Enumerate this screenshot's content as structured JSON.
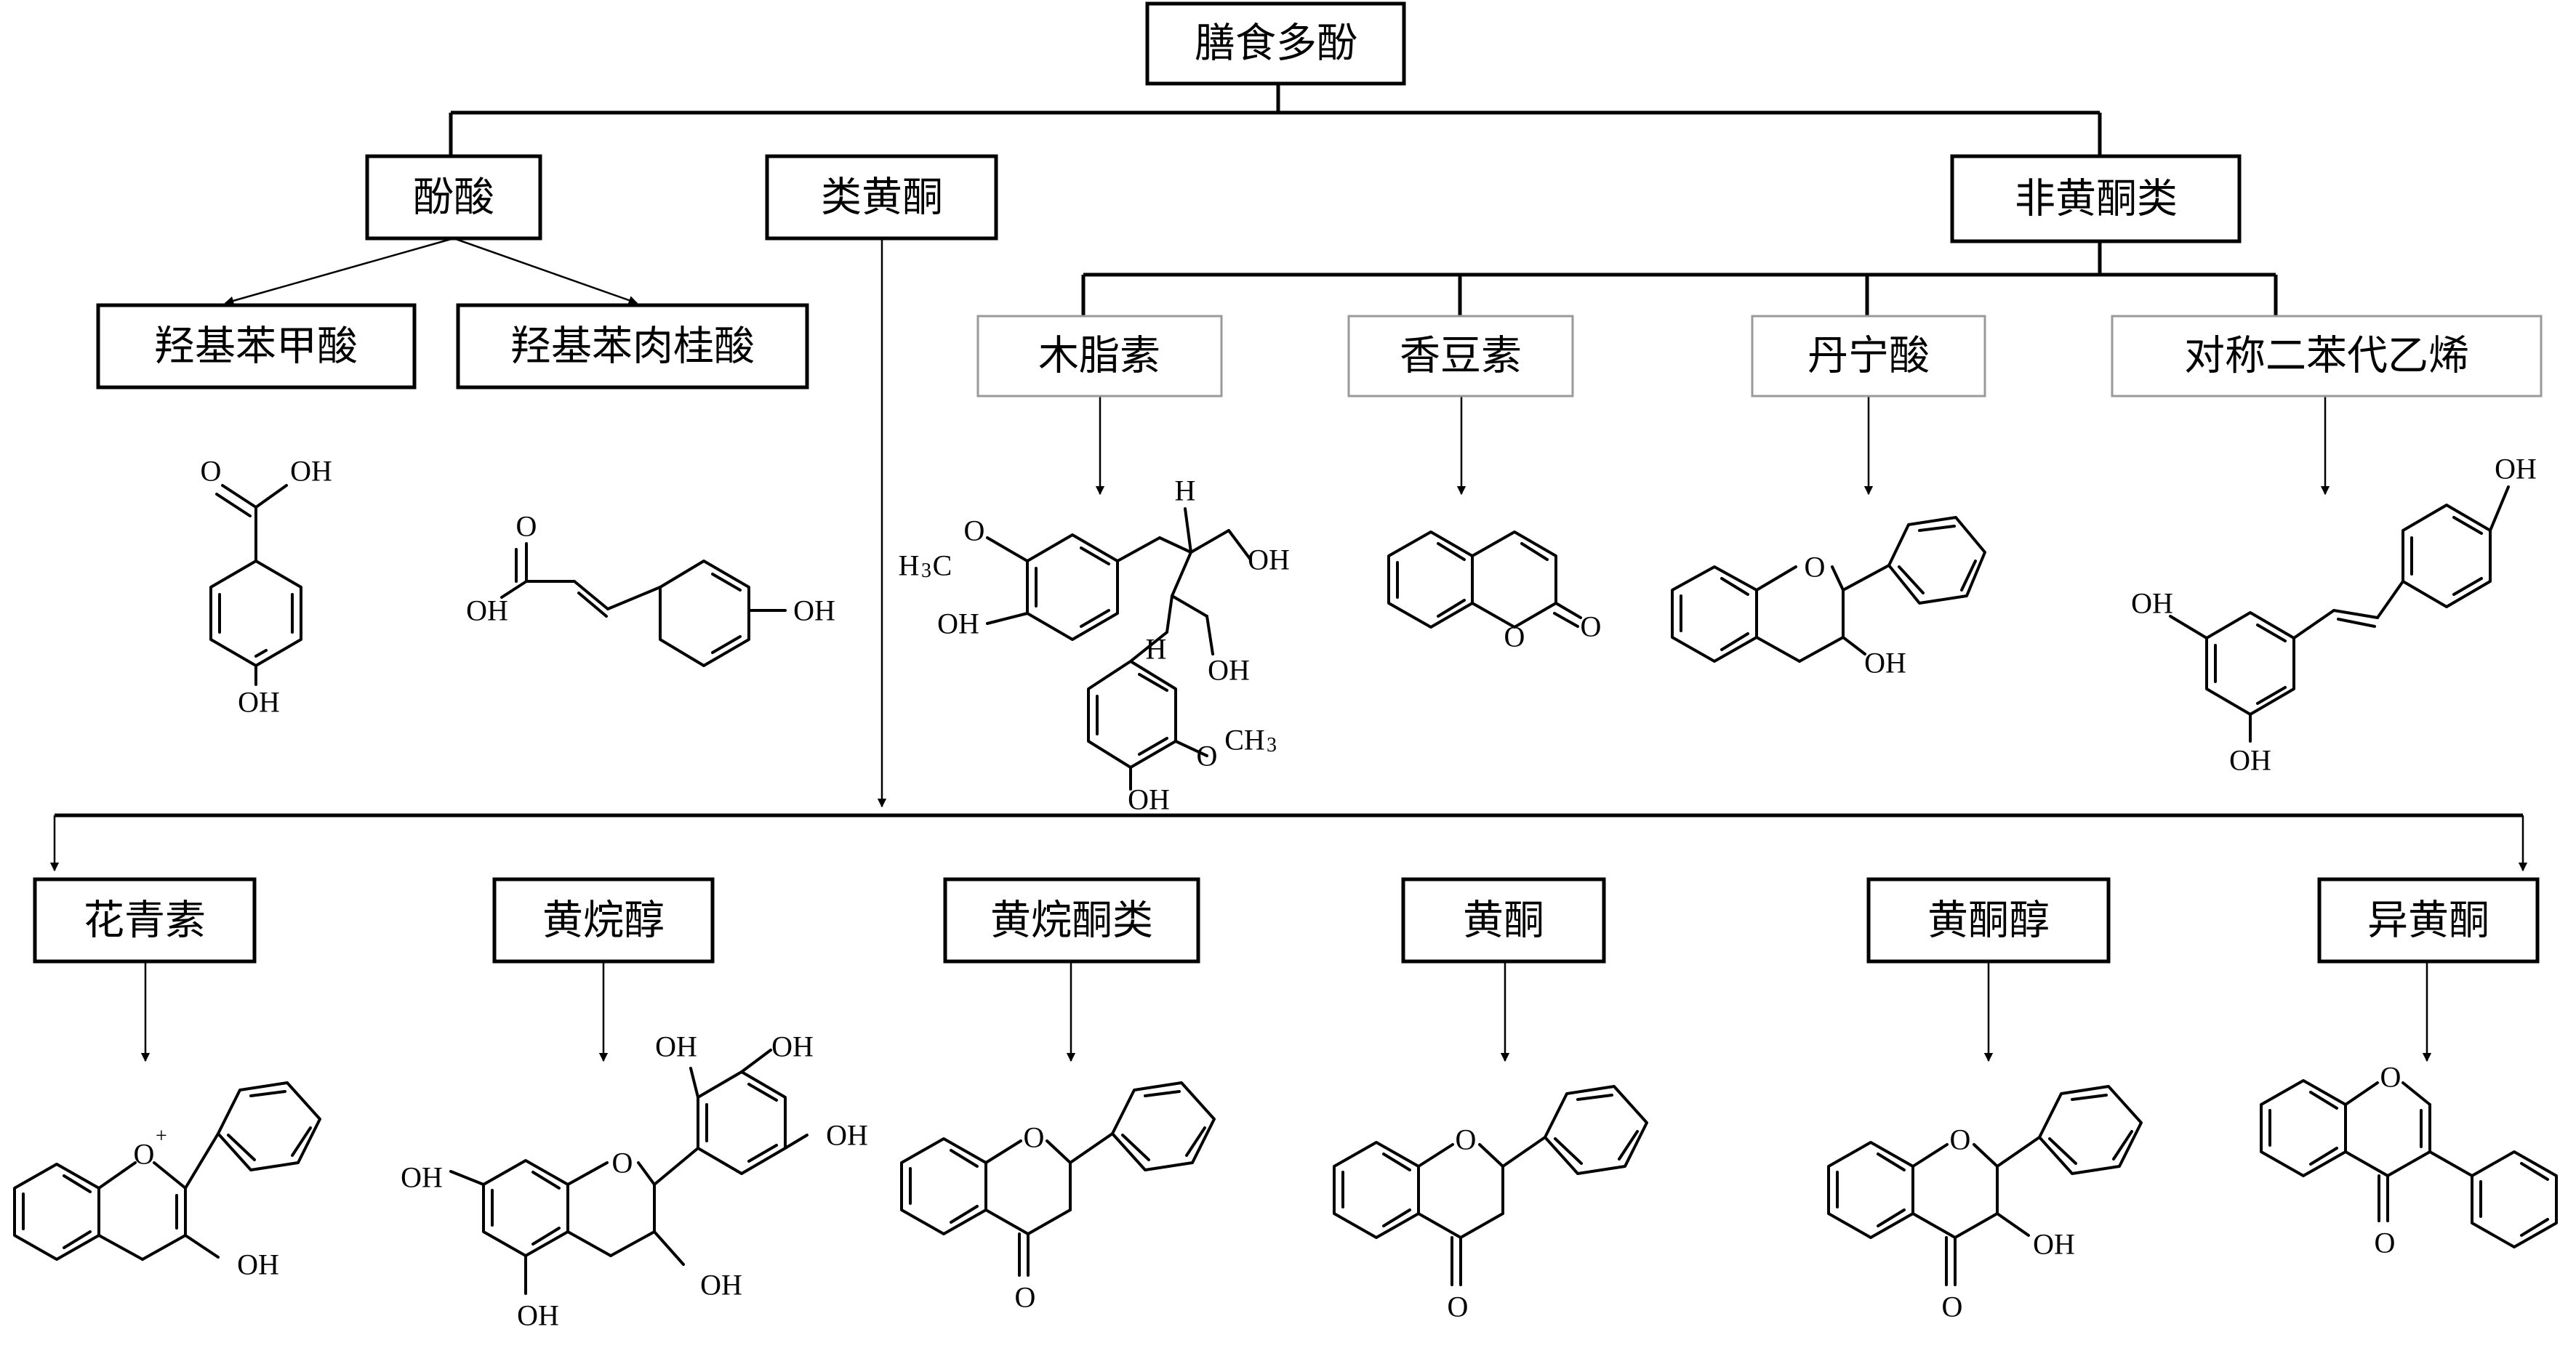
{
  "root": "膳食多酚",
  "level1": {
    "phenolic_acids": "酚酸",
    "flavonoids": "类黄酮",
    "non_flavonoids": "非黄酮类"
  },
  "phenolic_acids": [
    "羟基苯甲酸",
    "羟基苯肉桂酸"
  ],
  "non_flavonoids": [
    "木脂素",
    "香豆素",
    "丹宁酸",
    "对称二苯代乙烯"
  ],
  "flavonoids": [
    "花青素",
    "黄烷醇",
    "黄烷酮类",
    "黄酮",
    "黄酮醇",
    "异黄酮"
  ],
  "atoms": {
    "oh": "OH",
    "o": "O",
    "o_plus": "O",
    "plus": "+",
    "h": "H",
    "h3c_h": "H",
    "h3c_3": "3",
    "h3c_c": "C",
    "ch3_ch": "CH",
    "ch3_3": "3"
  }
}
